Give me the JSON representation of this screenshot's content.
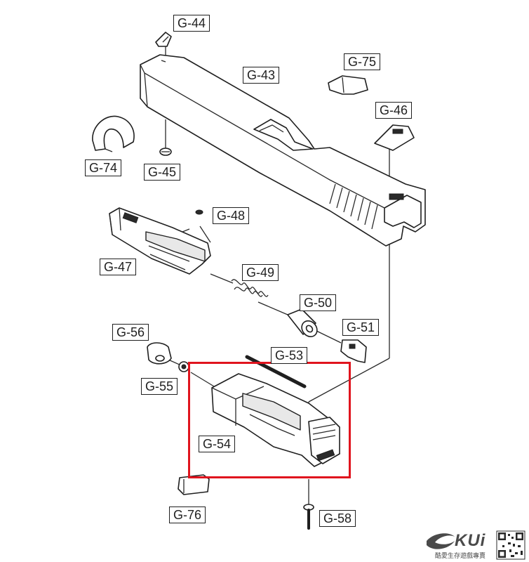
{
  "diagram": {
    "labels": {
      "g44": "G-44",
      "g43": "G-43",
      "g75": "G-75",
      "g46": "G-46",
      "g74": "G-74",
      "g45": "G-45",
      "g48": "G-48",
      "g47": "G-47",
      "g49": "G-49",
      "g50": "G-50",
      "g51": "G-51",
      "g56": "G-56",
      "g53": "G-53",
      "g55": "G-55",
      "g54": "G-54",
      "g76": "G-76",
      "g58": "G-58"
    },
    "highlight_color": "#e0141e",
    "highlighted_part": "G-54"
  },
  "watermark": {
    "logo_text": "KUi",
    "tagline": "酷愛生存遊戲專賣"
  }
}
